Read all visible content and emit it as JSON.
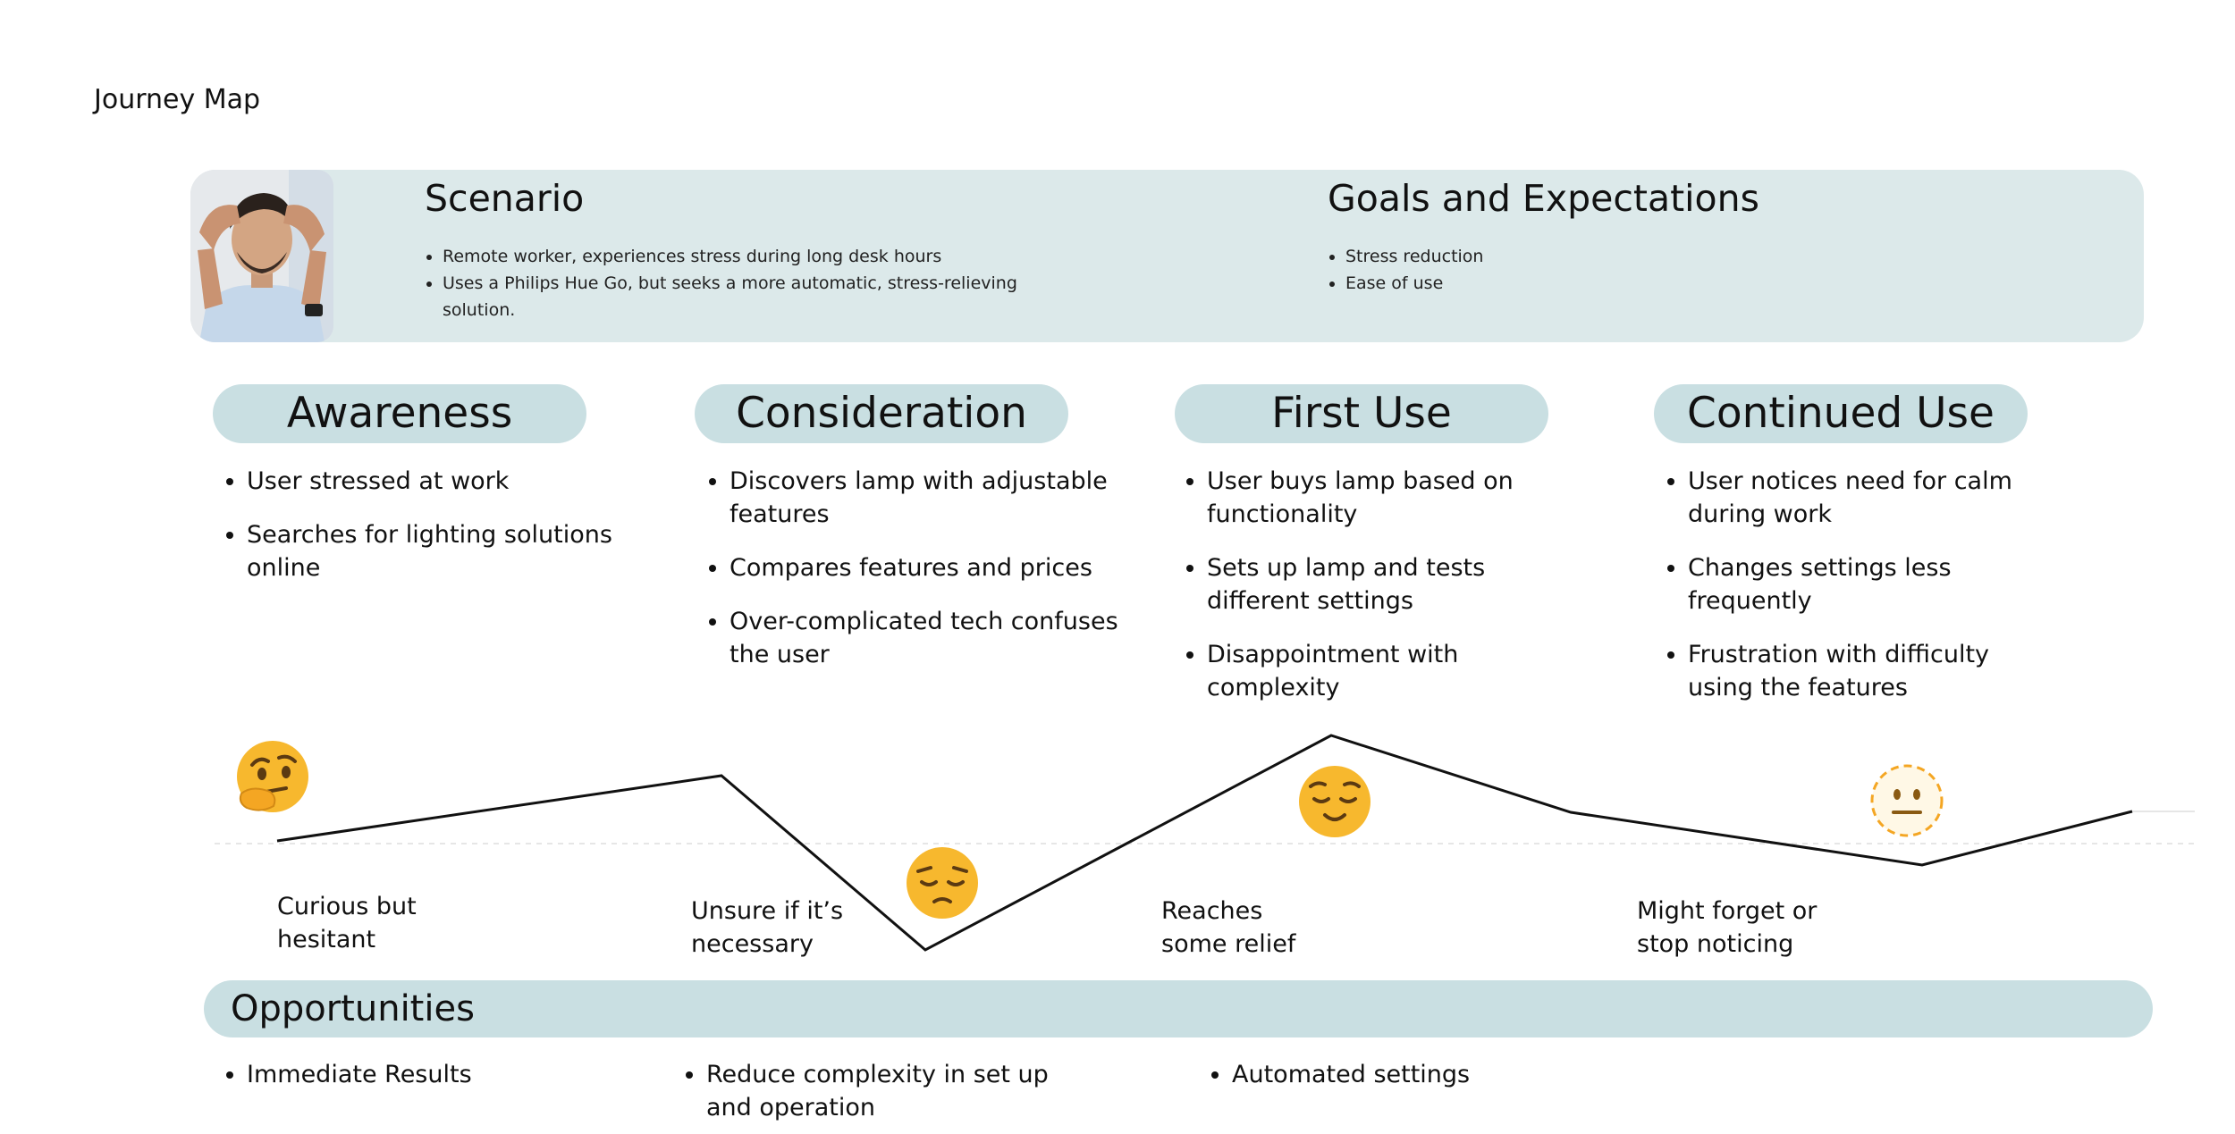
{
  "page": {
    "title": "Journey Map"
  },
  "scenario": {
    "heading": "Scenario",
    "items": [
      "Remote worker, experiences stress during long desk hours",
      "Uses a Philips Hue Go, but seeks a more automatic, stress-relieving solution."
    ]
  },
  "goals": {
    "heading": "Goals and Expectations",
    "items": [
      "Stress reduction",
      "Ease of use"
    ]
  },
  "stages": [
    {
      "title": "Awareness",
      "items": [
        "User stressed at work",
        "Searches for lighting solutions online"
      ]
    },
    {
      "title": "Consideration",
      "items": [
        "Discovers lamp with adjustable features",
        "Compares features and prices",
        "Over-complicated tech confuses the user"
      ]
    },
    {
      "title": "First Use",
      "items": [
        "User buys lamp based on functionality",
        "Sets up lamp and tests different settings",
        "Disappointment with complexity"
      ]
    },
    {
      "title": "Continued Use",
      "items": [
        "User notices need for calm during work",
        "Changes settings less frequently",
        "Frustration with difficulty using the features"
      ]
    }
  ],
  "emotions": [
    {
      "emoji": "thinking-face",
      "label": "Curious but hesitant"
    },
    {
      "emoji": "pensive-face",
      "label": "Unsure if it’s necessary"
    },
    {
      "emoji": "relieved-face",
      "label": "Reaches some relief"
    },
    {
      "emoji": "dotted-line-face",
      "label": "Might forget or stop noticing"
    }
  ],
  "opportunities": {
    "heading": "Opportunities",
    "items": [
      "Immediate Results",
      "Reduce complexity in set up and operation",
      "Automated settings"
    ]
  },
  "colors": {
    "panel": "#dce9ea",
    "pill": "#c9dfe2",
    "emoji_yellow": "#f7b82e",
    "line": "#111111"
  }
}
